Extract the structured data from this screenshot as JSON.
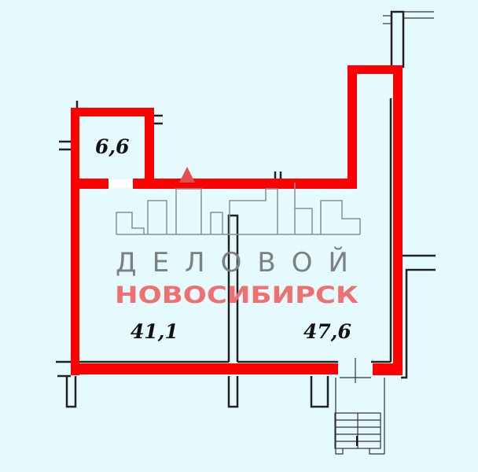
{
  "plan": {
    "rooms": [
      {
        "label": "6,6"
      },
      {
        "label": "41,1"
      },
      {
        "label": "47,6"
      }
    ],
    "watermark": {
      "line1": "ДЕЛОВОЙ",
      "line2": "НОВОСИБИРСК"
    },
    "colors": {
      "wall_highlight": "#ff0000",
      "background": "#e4fafc"
    }
  }
}
